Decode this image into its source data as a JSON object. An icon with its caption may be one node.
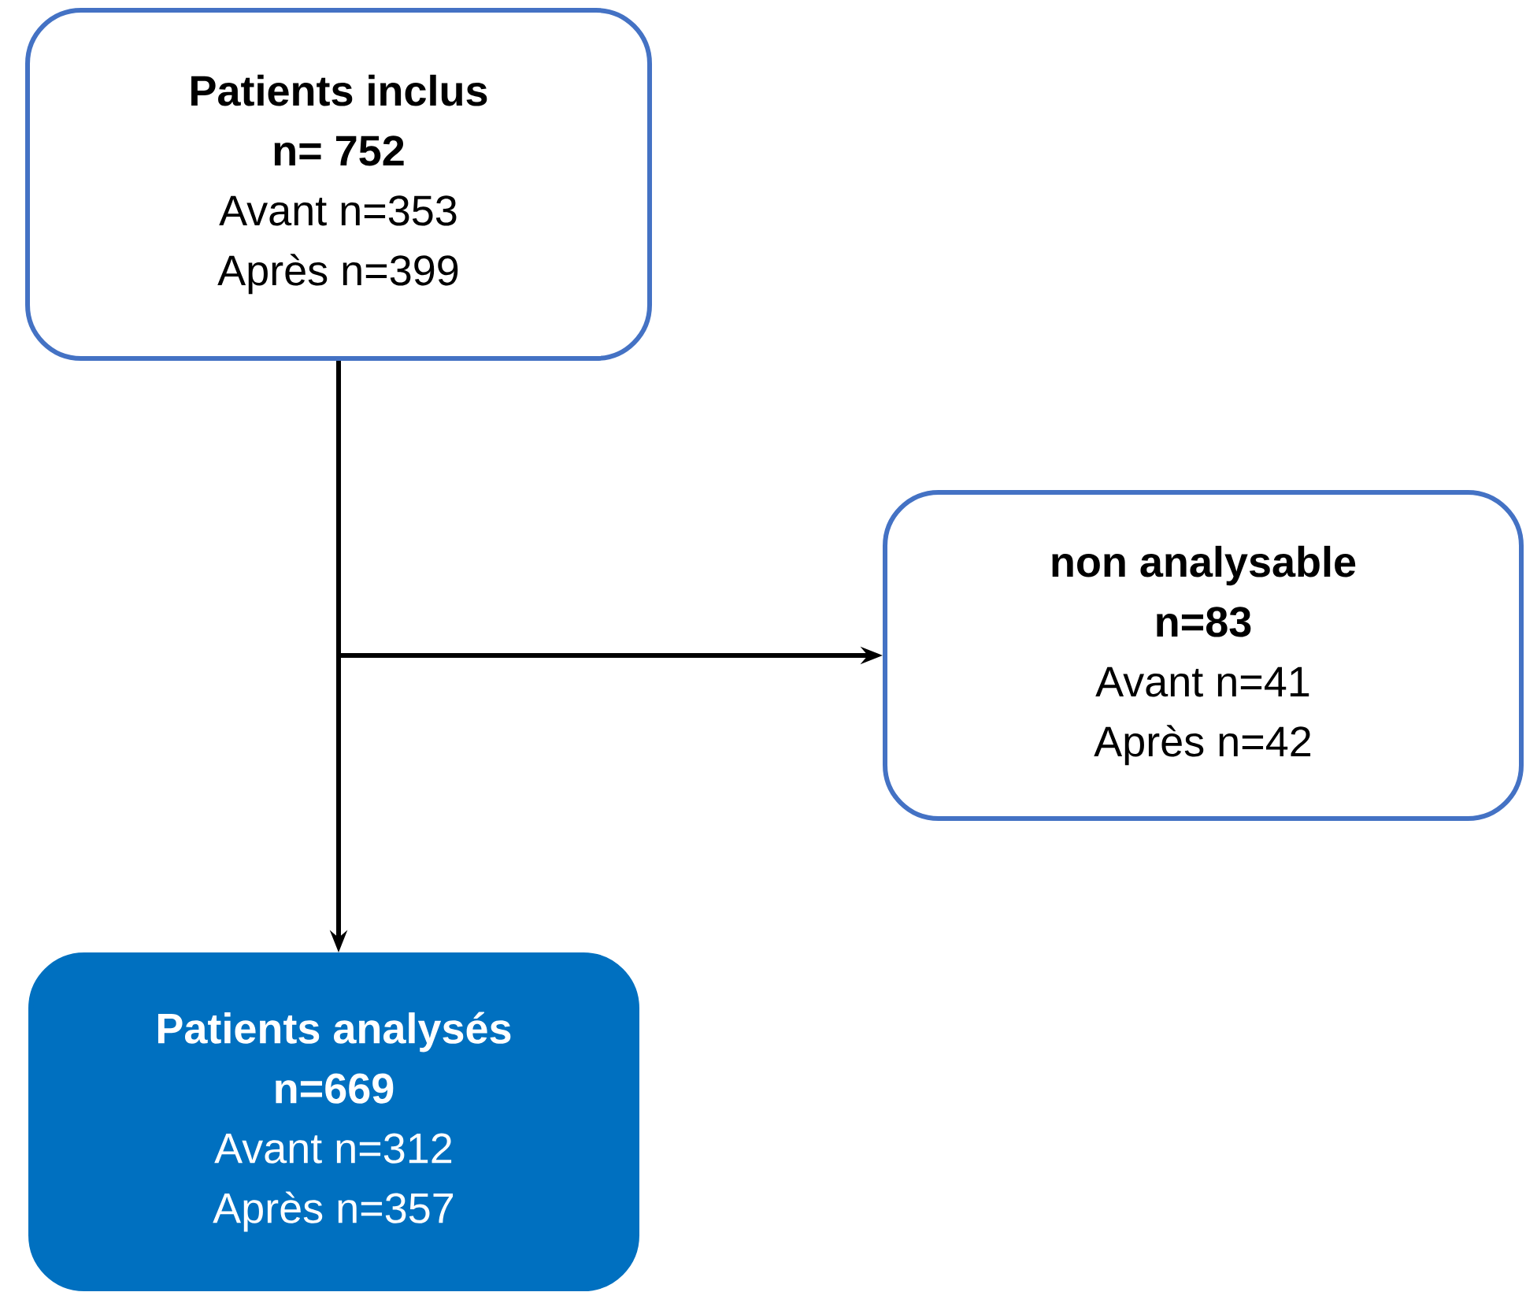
{
  "diagram": {
    "nodes": [
      {
        "text": [
          "Patients inclus",
          "n= 752",
          "Avant n=353",
          "Après n=399"
        ]
      },
      {
        "text": [
          "non analysable",
          "n=83",
          "Avant n=41",
          "Après n=42"
        ]
      },
      {
        "text": [
          "Patients analysés",
          "n=669",
          "Avant n=312",
          "Après n=357"
        ]
      }
    ],
    "edges": [
      {
        "from": 0,
        "to": 1,
        "arrow": "to"
      },
      {
        "from": 0,
        "to": 2,
        "arrow": "to"
      }
    ]
  }
}
